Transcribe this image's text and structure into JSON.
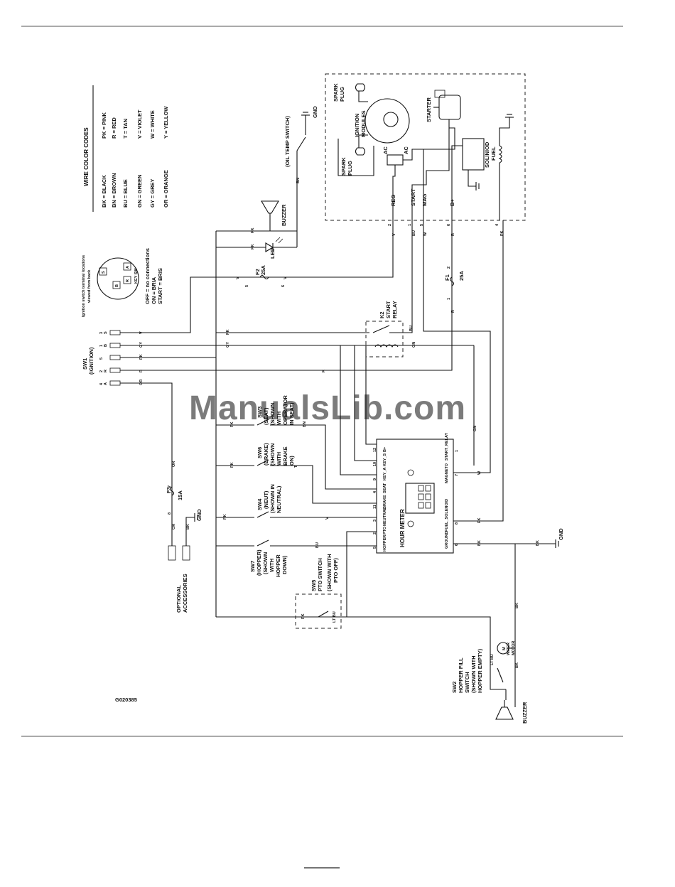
{
  "watermark": "ManualsLib.com",
  "figure_id": "G020385",
  "legend": {
    "title": "WIRE COLOR CODES",
    "entries": [
      "BK = BLACK",
      "BN = BROWN",
      "BU = BLUE",
      "GN = GREEN",
      "GY = GREY",
      "OR = ORANGE",
      "PK = PINK",
      "R = RED",
      "T = TAN",
      "V = VIOLET",
      "W = WHITE",
      "Y = YELLOW"
    ]
  },
  "ignition_key": {
    "caption_1": "Ignition switch terminal locations",
    "caption_2": "viewed from back",
    "terminals": [
      "S",
      "B",
      "R",
      "A"
    ],
    "key_label": "KEY SW",
    "off_text": "OFF = no connections",
    "on_text": "ON = BRIA",
    "start_text": "START = BRIS"
  },
  "switches": {
    "sw1_a": "SW1",
    "sw1_b": "(IGNITION)",
    "sw1_pins": [
      "3",
      "1",
      "5",
      "2",
      "4"
    ],
    "sw1_letters": [
      "S",
      "B",
      "R",
      "A"
    ],
    "sw2": [
      "SW2",
      "HOPPER FILL",
      "SWITCH",
      "(SHOWN WITH",
      "HOPPER EMPTY)"
    ],
    "sw3": [
      "SW3",
      "(SEAT)",
      "(SHOWN",
      "WITH",
      "OPERATOR",
      "IN SEAT)"
    ],
    "sw4": [
      "SW4",
      "(NEUT)",
      "(SHOWN IN",
      "NEUTRAL)"
    ],
    "sw5": [
      "SW5",
      "PTO SWITCH",
      "(SHOWN WITH",
      "PTO OFF)"
    ],
    "sw6": [
      "SW6",
      "(BRAKE)",
      "(SHOWN",
      "WITH",
      "BRAKE",
      "ON)"
    ],
    "sw7": [
      "SW7",
      "(HOPPER)",
      "(SHOWN",
      "WITH",
      "HOPPER",
      "DOWN)"
    ],
    "oil_temp": "(OIL TEMP SWITCH)"
  },
  "components": {
    "gnd": "GND",
    "buzzer": "BUZZER",
    "led": "LED",
    "spark_plug": [
      "SPARK",
      "PLUG"
    ],
    "ignition_modules": [
      "IGNITION",
      "MODULES"
    ],
    "ac": "AC",
    "starter": "STARTER",
    "solenoid": [
      "SOLINIOD",
      "FUEL"
    ],
    "f1": [
      "F1",
      "25A"
    ],
    "f2": [
      "F2",
      "25A"
    ],
    "f3": [
      "F3",
      "15A"
    ],
    "k2": [
      "K2",
      "START",
      "RELAY"
    ],
    "optional": [
      "OPTIONAL",
      "ACCESSORIES"
    ],
    "wiper": [
      "WIPER",
      "MOTOR"
    ],
    "motor_glyph": "M"
  },
  "connector": {
    "labels": [
      "REG",
      "START",
      "MAG",
      "B+"
    ],
    "pins": [
      "2",
      "1",
      "5",
      "6",
      "4"
    ]
  },
  "hour_meter": {
    "title": "HOUR METER",
    "left_pins": [
      {
        "num": "12",
        "label": "B+"
      },
      {
        "num": "10",
        "label": "KEY_S"
      },
      {
        "num": "9",
        "label": "KEY_A"
      },
      {
        "num": "4",
        "label": "SEAT"
      },
      {
        "num": "11",
        "label": "BRAKE"
      },
      {
        "num": "3",
        "label": "NEUTRAL"
      },
      {
        "num": "2",
        "label": "PTO"
      },
      {
        "num": "5",
        "label": "HOPPER"
      }
    ],
    "right_pins": [
      {
        "num": "1",
        "label": "START_RELAY"
      },
      {
        "num": "7",
        "label": "MAGNETO"
      },
      {
        "num": "8",
        "label": "FUEL_SOLENOID"
      },
      {
        "num": "6",
        "label": "GROUND"
      }
    ]
  },
  "wire_tags": {
    "pk": "PK",
    "bk": "BK",
    "bu": "BU",
    "gn": "GN",
    "gy": "GY",
    "or": "OR",
    "r": "R",
    "v": "V",
    "w": "W",
    "bn": "BN",
    "t": "T",
    "ltbu": "LT BU",
    "n1": "1",
    "n2": "2",
    "n4": "4",
    "n5": "5",
    "n6": "6",
    "n7": "7",
    "n8": "8"
  },
  "page_number": ""
}
